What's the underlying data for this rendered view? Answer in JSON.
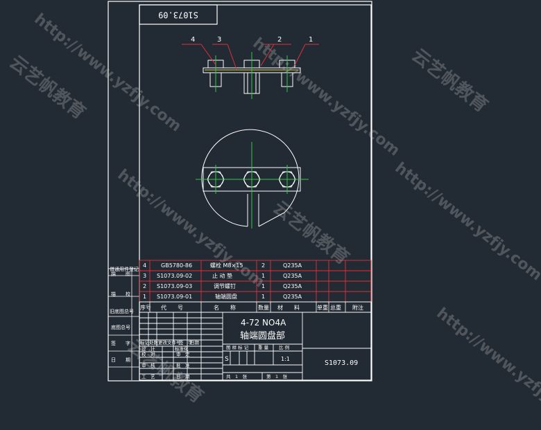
{
  "frame": {
    "drawing_code_rotated": "S1073.09"
  },
  "balloons": [
    "4",
    "3",
    "2",
    "1"
  ],
  "bom": {
    "rows": [
      {
        "no": "4",
        "code": "GB5780-86",
        "name": "螺栓 M8×15",
        "qty": "2",
        "material": "Q235A"
      },
      {
        "no": "3",
        "code": "S1073.09-02",
        "name": "止 动 垫",
        "qty": "1",
        "material": "Q235A"
      },
      {
        "no": "2",
        "code": "S1073.09-03",
        "name": "调节螺钉",
        "qty": "1",
        "material": "Q235A"
      },
      {
        "no": "1",
        "code": "S1073.09-01",
        "name": "轴端圆盘",
        "qty": "1",
        "material": "Q235A"
      }
    ],
    "header": {
      "no": "序号",
      "code": "代　　号",
      "name": "名　　称",
      "qty": "数量",
      "material": "材　　料",
      "unit_weight": "单重",
      "total_weight": "总重",
      "remark": "附注"
    }
  },
  "left_strip": {
    "labels": [
      "借通用件登记",
      "描　　图",
      "描　　校",
      "旧底图总号",
      "底图总号",
      "签　　字",
      "日　　期"
    ]
  },
  "title_block": {
    "model": "4-72 NO4A",
    "part_name": "轴端圆盘部",
    "revision_header": [
      "标记",
      "处数",
      "更改文件号",
      "签　字",
      "日期"
    ],
    "approval_rows": [
      "设　计",
      "校　对",
      "审　核",
      "工　艺"
    ],
    "approval_right": [
      "标准化",
      "审　定",
      "批　准",
      "日　期"
    ],
    "stage_header": [
      "图 样 标 记",
      "重 量",
      "比 例"
    ],
    "stage_mark": "S",
    "scale": "1:1",
    "sheet_total": "共　1　张",
    "sheet_no": "第　1　张",
    "drawing_code": "S1073.09"
  },
  "watermarks": [
    "云艺帆教育",
    "http://www.yzfjy.com"
  ],
  "colors": {
    "background": "#222a33",
    "frame": "#ffffff",
    "bom_grid": "#e0303a",
    "center_line": "#2ecc40",
    "leader": "#e0303a",
    "text": "#ffffff",
    "part_outline": "#ffffff",
    "accent_yellow": "#e6d84a"
  }
}
